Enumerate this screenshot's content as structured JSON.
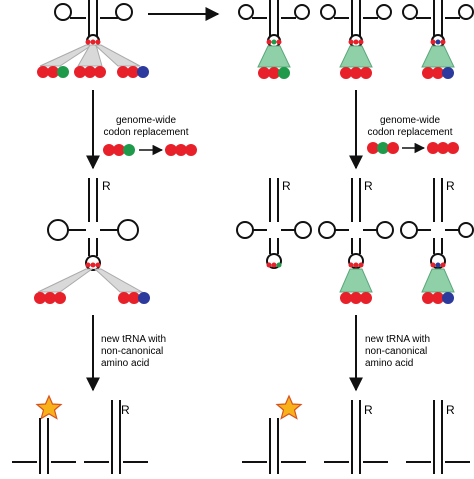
{
  "labels": {
    "codon_replacement_left": [
      "genome-wide",
      "codon replacement"
    ],
    "codon_replacement_right": [
      "genome-wide",
      "codon replacement"
    ],
    "new_trna_left": [
      "new tRNA with",
      "non-canonical",
      "amino acid"
    ],
    "new_trna_right": [
      "new tRNA with",
      "non-canonical",
      "amino acid"
    ],
    "r_label": "R"
  },
  "colors": {
    "red": "#e8202a",
    "green": "#1f9a4a",
    "blue": "#2b3a9c",
    "cone_grey": "#d9d9d9",
    "cone_green": "#8fd0a8",
    "star_fill": "#f7b21a",
    "star_stroke": "#d9531e",
    "line": "#111111"
  },
  "icons": {
    "codon_ball": "colored-circle",
    "star": "star-icon",
    "trna": "cloverleaf-trna-icon"
  }
}
